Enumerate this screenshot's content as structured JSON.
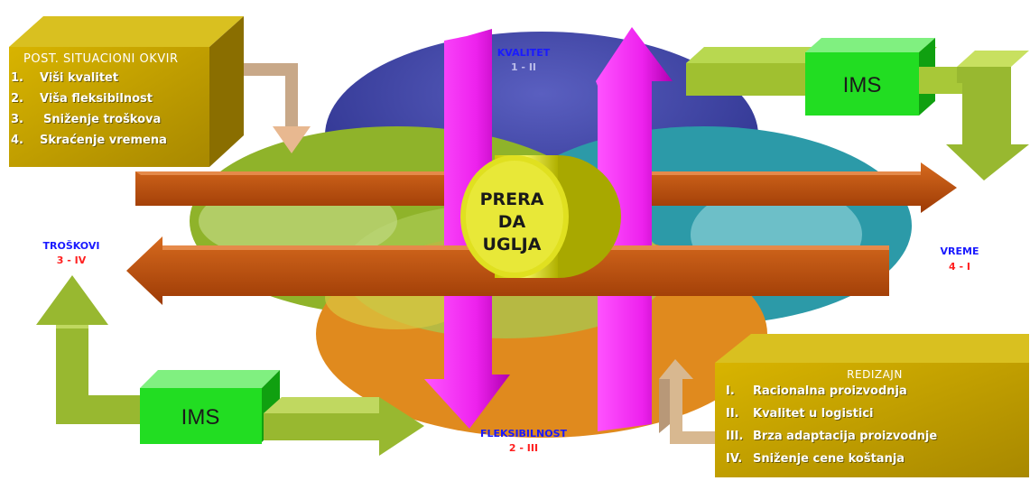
{
  "center": {
    "line1": "PRERA",
    "line2": "DA",
    "line3": "UGLJA"
  },
  "axes": {
    "top": {
      "name": "KVALITET",
      "code": "1 - II"
    },
    "bottom": {
      "name": "FLEKSIBILNOST",
      "code": "2 - III"
    },
    "left": {
      "name": "TROŠKOVI",
      "code": "3 - IV"
    },
    "right": {
      "name": "VREME",
      "code": "4 - I"
    }
  },
  "ims_top": "IMS",
  "ims_bottom": "IMS",
  "post_box": {
    "title": "POST. SITUACIONI OKVIR",
    "items": [
      {
        "num": "1.",
        "text": "Viši kvalitet"
      },
      {
        "num": "2.",
        "text": "Viša fleksibilnost"
      },
      {
        "num": "3.",
        "text": "Sniženje troškova"
      },
      {
        "num": "4.",
        "text": "Skraćenje vremena"
      }
    ]
  },
  "redizajn_box": {
    "title": "REDIZAJN",
    "items": [
      {
        "num": "I.",
        "text": "Racionalna proizvodnja"
      },
      {
        "num": "II.",
        "text": "Kvalitet u logistici"
      },
      {
        "num": "III.",
        "text": "Brza adaptacija proizvodnje"
      },
      {
        "num": "IV.",
        "text": "Sniženje cene koštanja"
      }
    ]
  },
  "colors": {
    "box_gold": "#c8a400",
    "ims_green": "#22dd22",
    "arrow_magenta": "#ff33ff",
    "bar_orange": "#c8500a",
    "cylinder_yellow": "#e6e600",
    "label_blue": "#1a1aff",
    "label_red": "#ff2020"
  }
}
